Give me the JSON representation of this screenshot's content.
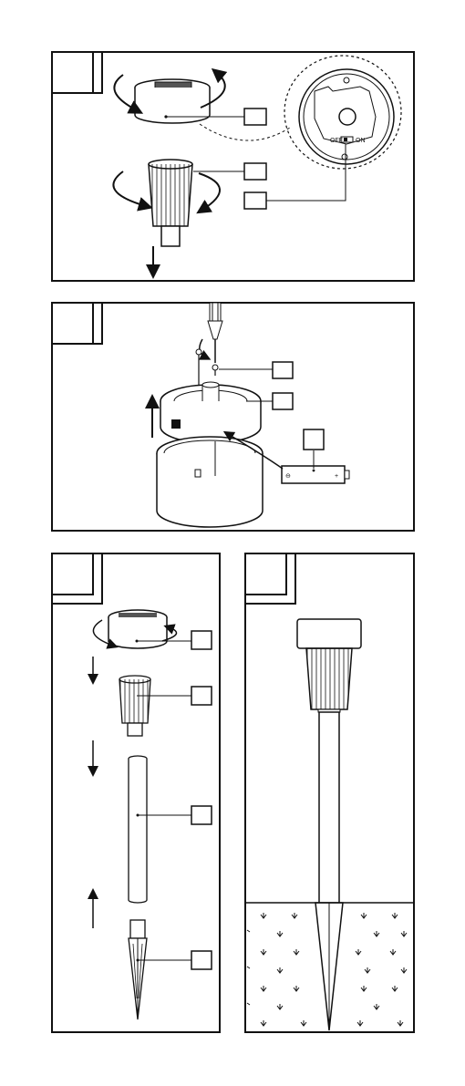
{
  "switch": {
    "off_label": "OFF",
    "on_label": "ON"
  },
  "battery": {
    "minus_symbol": "⊖",
    "plus_symbol": "+"
  },
  "panels": [
    {
      "id": "step-1-remove-head"
    },
    {
      "id": "step-2-battery"
    },
    {
      "id": "step-3-assembly"
    },
    {
      "id": "step-4-installed"
    }
  ],
  "colors": {
    "line": "#111111",
    "background": "#ffffff"
  }
}
